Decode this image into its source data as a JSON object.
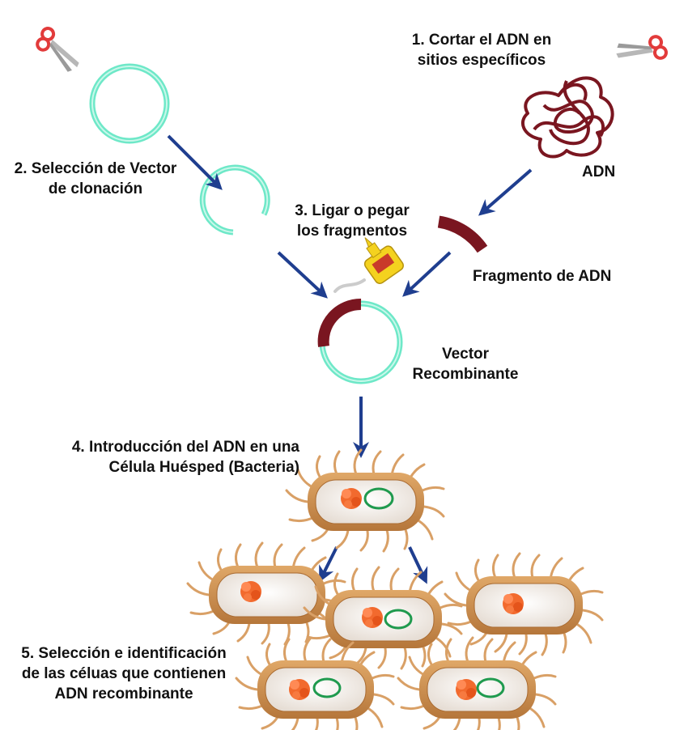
{
  "labels": {
    "step1_line1": "1. Cortar el ADN en",
    "step1_line2": "sitios específicos",
    "adn": "ADN",
    "step2_line1": "2. Selección de Vector",
    "step2_line2": "de clonación",
    "step3_line1": "3. Ligar o pegar",
    "step3_line2": "los fragmentos",
    "fragment": "Fragmento de ADN",
    "vector_line1": "Vector",
    "vector_line2": "Recombinante",
    "step4_line1": "4. Introducción del ADN en una",
    "step4_line2": "Célula Huésped (Bacteria)",
    "step5_line1": "5. Selección e identificación",
    "step5_line2": "de las céluas que contienen",
    "step5_line3": "ADN recombinante"
  },
  "colors": {
    "arrow": "#1f3e8f",
    "vector_ring": "#6ee8c8",
    "dna": "#7a1620",
    "bacteria_body": "#c98a47",
    "bacteria_inner": "#f2eeea",
    "nucleoid": "#f26a2e",
    "plasmid": "#1f9a4e",
    "scissors": "#e23b3b",
    "glue": "#f4d21f"
  },
  "icons": {
    "scissors": "scissors-icon",
    "glue": "glue-bottle-icon"
  }
}
